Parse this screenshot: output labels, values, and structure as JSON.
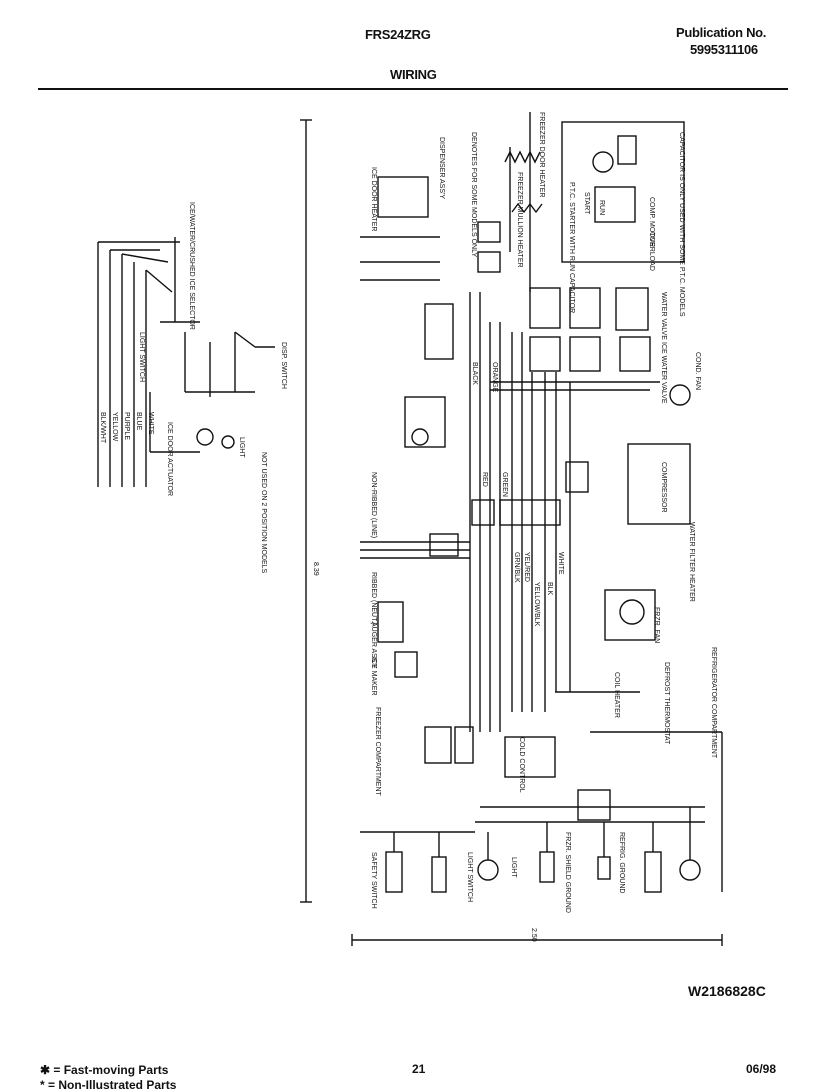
{
  "header": {
    "model": "FRS24ZRG",
    "publication_label": "Publication No.",
    "publication_number": "5995311106",
    "title": "WIRING"
  },
  "labels": {
    "ice_selector": "ICE/WATER/CRUSHED ICE SELECTOR",
    "light_switch": "LIGHT SWITCH",
    "disp_switch": "DISP. SWITCH",
    "dispenser_assy": "DISPENSER ASS'Y",
    "ice_door_heater": "ICE DOOR HEATER",
    "denotes_some_models": "DENOTES FOR SOME MODELS ONLY",
    "freezer_door_heater": "FREEZER DOOR HEATER",
    "freezer_mullion_heater": "FREEZER MULLION HEATER",
    "ptc_starter": "P.T.C. STARTER WITH RUN CAPACITOR",
    "start": "START",
    "run": "RUN",
    "comp_motor": "COMP. MOTOR",
    "overload": "OVERLOAD",
    "capacitor_note": "CAPACITOR IS ONLY USED WITH SOME P.T.C. MODELS",
    "water_valve": "WATER VALVE",
    "ice_water_valve": "ICE WATER VALVE",
    "cond_fan": "COND. FAN",
    "compressor": "COMPRESSOR",
    "dispenser_light": "LIGHT",
    "door_actuator": "ICE DOOR ACTUATOR",
    "not_used_note": "NOT USED ON 2 POSITION MODELS",
    "non_ribbed": "NON-RIBBED (LINE)",
    "ribbed": "RIBBED (NEUT.)",
    "auger": "AUGER ASS'Y",
    "ice_maker": "ICE MAKER",
    "freezer_compartment": "FREEZER COMPARTMENT",
    "refrigerator_compartment": "REFRIGERATOR COMPARTMENT",
    "cold_control": "COLD CONTROL",
    "defrost_thermostat": "DEFROST THERMOSTAT",
    "coil_heater": "COIL HEATER",
    "frzr_fan": "FRZR. FAN",
    "water_filter_heater": "WATER FILTER HEATER",
    "safety_switch": "SAFETY SWITCH",
    "light_socket": "LIGHT",
    "frzr_shield_ground": "FRZR. SHIELD GROUND",
    "refrig_ground": "REFRIG. GROUND",
    "light_switch_bottom": "LIGHT SWITCH",
    "dimension_vertical": "8.39",
    "dimension_horizontal": "2.50",
    "wires": [
      "BLK/WHT",
      "YELLOW",
      "PURPLE",
      "BLUE",
      "WHITE",
      "BLACK",
      "RED",
      "ORANGE",
      "GREEN",
      "GRN/BLK",
      "YEL/RED",
      "YELLOW/BLK",
      "BLK",
      "WHITE"
    ]
  },
  "drawing_number": "W2186828C",
  "footer": {
    "fast_moving": "✱ = Fast-moving Parts",
    "non_illustrated": "* = Non-Illustrated Parts",
    "page_number": "21",
    "date": "06/98"
  }
}
